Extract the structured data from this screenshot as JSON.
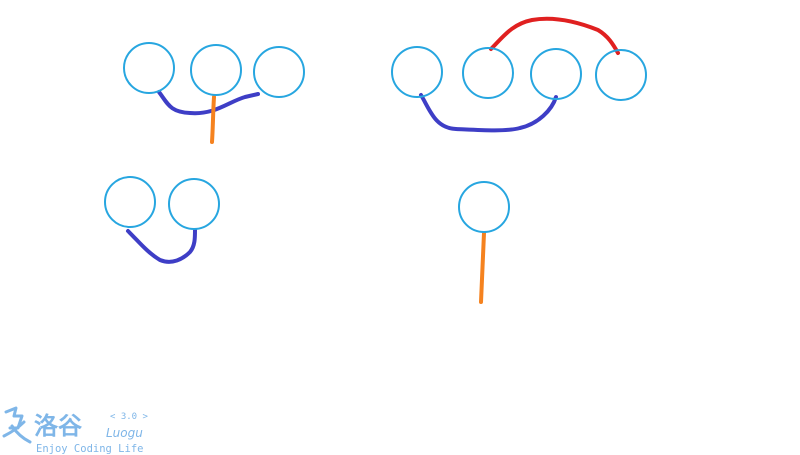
{
  "colors": {
    "node": "#27a6e0",
    "blue_edge": "#3e3ec6",
    "orange_edge": "#f5821f",
    "red_edge": "#e02020",
    "watermark": "#7fb6e8"
  },
  "watermark": {
    "brand_cn": "洛谷",
    "version": "< 3.0 >",
    "brand_latin": "Luogu",
    "slogan": "Enjoy Coding Life"
  }
}
